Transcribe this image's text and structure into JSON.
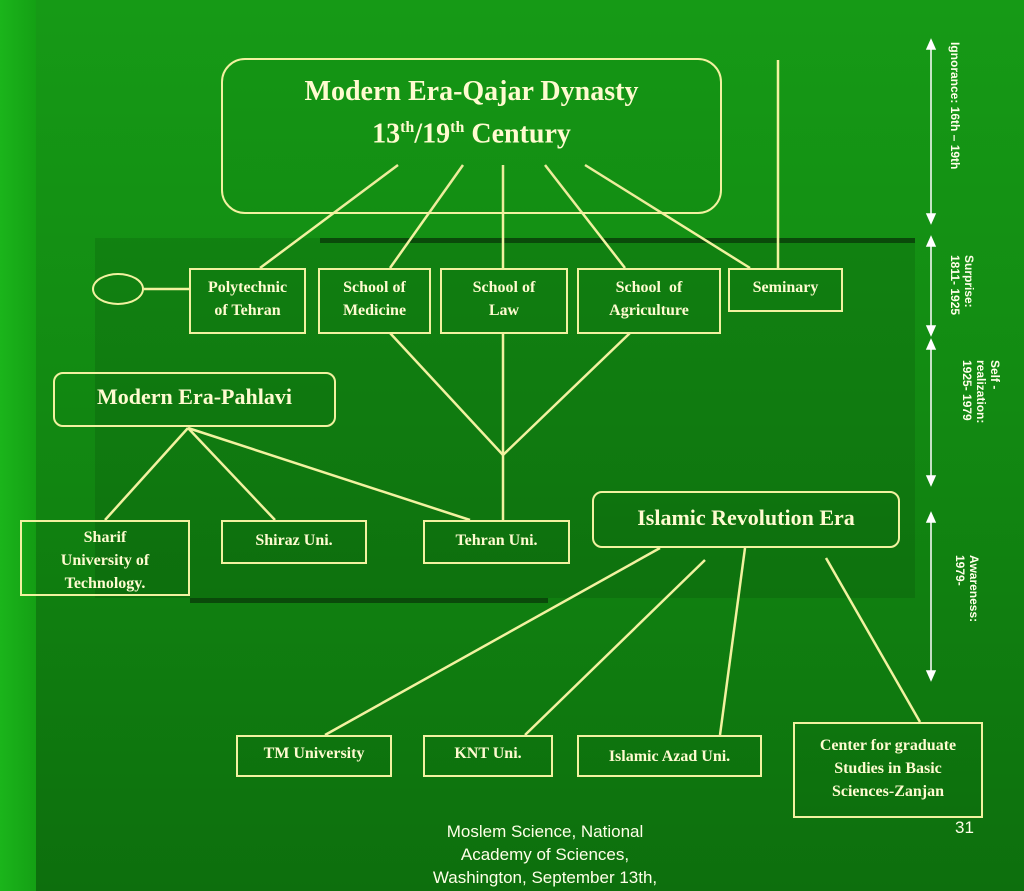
{
  "qajar": {
    "title": "Modern Era-Qajar Dynasty",
    "century_13": "13",
    "th_a": "th",
    "slash": "/19",
    "th_b": "th",
    "century_word": " Century"
  },
  "schools": {
    "polytechnic": [
      "Polytechnic",
      "of Tehran"
    ],
    "medicine": [
      "School of",
      "Medicine"
    ],
    "law": [
      "School of",
      "Law"
    ],
    "agriculture": [
      "School  of",
      "Agriculture"
    ],
    "seminary": "Seminary"
  },
  "pahlavi": {
    "title": "Modern Era-Pahlavi",
    "sharif": [
      "Sharif",
      "University of",
      "Technology."
    ],
    "shiraz": "Shiraz Uni.",
    "tehran": "Tehran Uni."
  },
  "revolution": {
    "title": "Islamic Revolution Era",
    "tm": "TM University",
    "knt": "KNT Uni.",
    "azad": "Islamic Azad Uni.",
    "center": [
      "Center for graduate",
      "Studies in Basic",
      "Sciences-Zanjan"
    ]
  },
  "timeline": {
    "ignorance": "Ignorance: 16th – 19th",
    "surprise": "Surprise:\n1811- 1925",
    "self_realization": "Self -\nrealization:\n1925- 1979",
    "awareness": "Awareness:\n1979-"
  },
  "footer": {
    "line1": "Moslem Science, National",
    "line2": "Academy of Sciences,",
    "line3": "Washington, September 13th,"
  },
  "page_number": "31",
  "colors": {
    "line": "#f2f2a0",
    "text": "#fffbd0",
    "background": "#128a12"
  }
}
